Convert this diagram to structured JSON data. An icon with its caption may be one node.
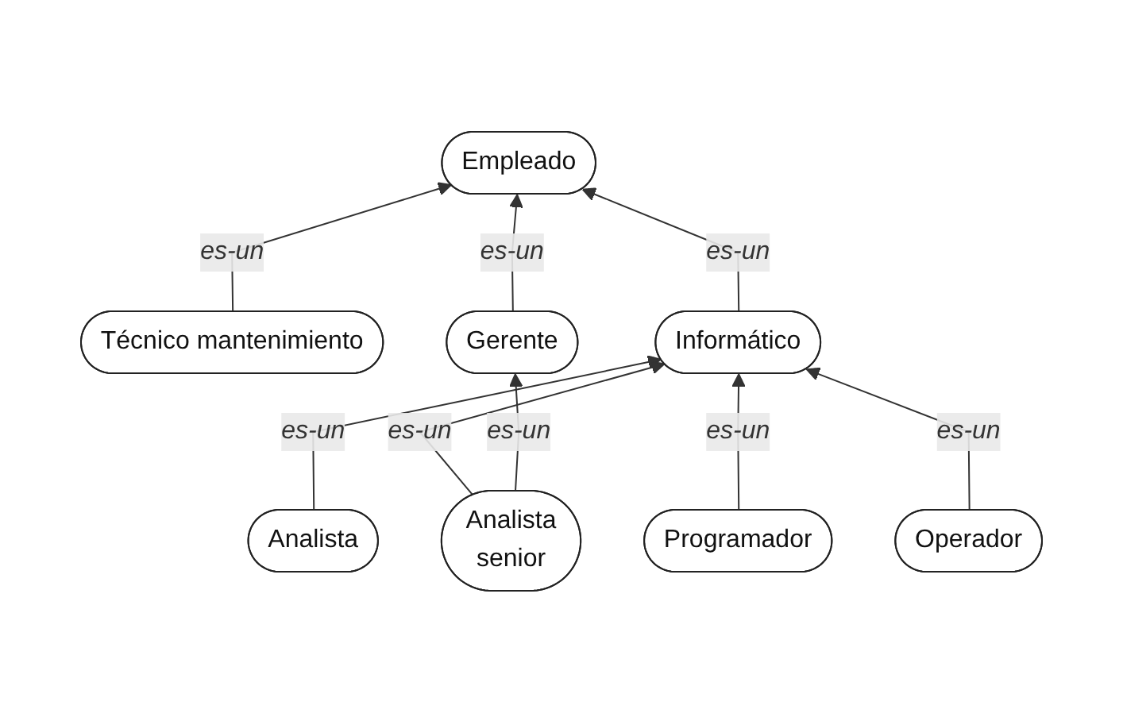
{
  "diagram": {
    "nodes": [
      {
        "text": [
          "Empleado"
        ]
      },
      {
        "text": [
          "Técnico mantenimiento"
        ]
      },
      {
        "text": [
          "Gerente"
        ]
      },
      {
        "text": [
          "Informático"
        ]
      },
      {
        "text": [
          "Analista"
        ]
      },
      {
        "text": [
          "Operador"
        ]
      },
      {
        "text": [
          "Analista",
          "senior"
        ]
      },
      {
        "text": [
          "Programador"
        ]
      }
    ],
    "edges": [
      {
        "from": 1,
        "to": 0,
        "arrow": "to",
        "label": "es-un"
      },
      {
        "from": 2,
        "to": 0,
        "arrow": "to",
        "label": "es-un"
      },
      {
        "from": 3,
        "to": 0,
        "arrow": "to",
        "label": "es-un"
      },
      {
        "from": 4,
        "to": 3,
        "arrow": "to",
        "label": "es-un"
      },
      {
        "from": 7,
        "to": 3,
        "arrow": "to",
        "label": "es-un"
      },
      {
        "from": 5,
        "to": 3,
        "arrow": "to",
        "label": "es-un"
      },
      {
        "from": 6,
        "to": 3,
        "arrow": "to",
        "label": "es-un"
      },
      {
        "from": 6,
        "to": 2,
        "arrow": "to",
        "label": "es-un"
      }
    ]
  }
}
